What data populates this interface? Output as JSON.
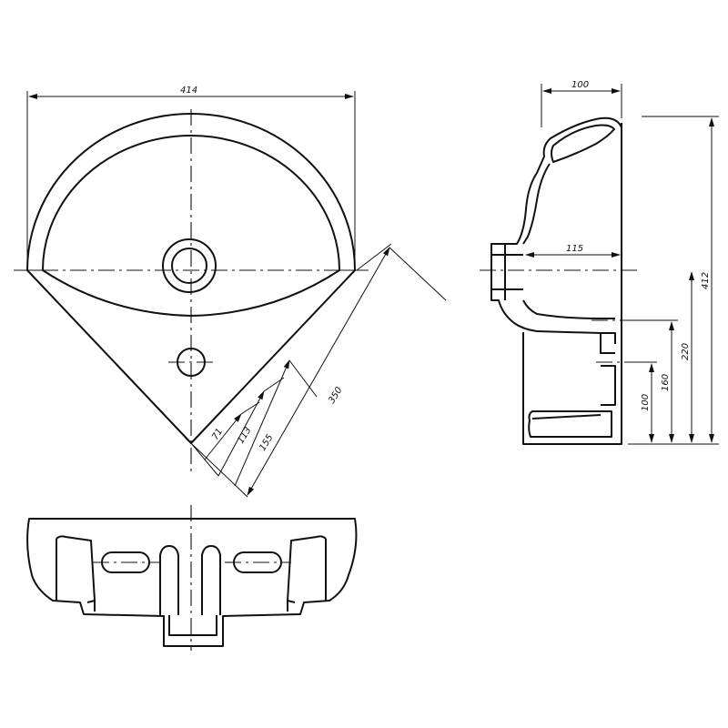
{
  "drawing": {
    "dimensions": {
      "width_top": "414",
      "diagonal": "350",
      "offset_71": "71",
      "offset_113": "113",
      "offset_155": "155",
      "depth_side": "100",
      "outlet_115": "115",
      "height_412": "412",
      "height_220": "220",
      "height_160": "160",
      "height_100": "100"
    }
  }
}
